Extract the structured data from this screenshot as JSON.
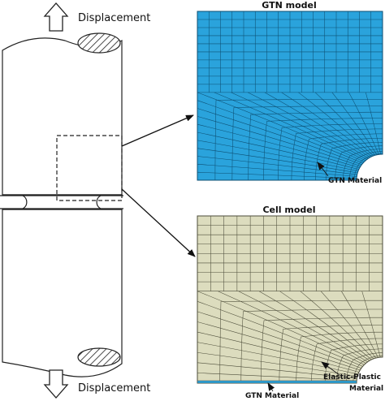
{
  "labels": {
    "displacement_top": "Displacement",
    "displacement_bottom": "Displacement",
    "gtn_model_title": "GTN model",
    "gtn_material_top": "GTN Material",
    "cell_model_title": "Cell model",
    "elastic_plastic_line1": "Elastic-Plastic",
    "elastic_plastic_line2": "Material",
    "gtn_material_bottom": "GTN Material"
  },
  "colors": {
    "gtn_mesh_fill": "#2aa3dc",
    "gtn_mesh_line": "#0d4f73",
    "cell_mesh_fill": "#dcdcbe",
    "cell_mesh_line": "#4d4d3a",
    "gtn_strip": "#2aa3dc"
  }
}
